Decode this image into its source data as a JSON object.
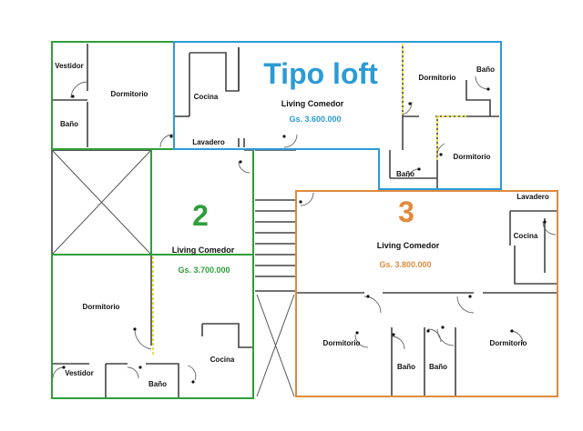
{
  "colors": {
    "loft": "#2b9bd6",
    "unit2": "#2f9e3a",
    "unit3": "#e08a3c",
    "wall": "#444444",
    "divider": "#e6dc50"
  },
  "units": {
    "loft": {
      "title": "Tipo loft",
      "living": "Living Comedor",
      "price": "Gs. 3.600.000",
      "rooms": {
        "cocina": "Cocina",
        "lavadero": "Lavadero",
        "dormitorio_top": "Dormitorio",
        "bano_top": "Baño",
        "dormitorio_bottom": "Dormitorio",
        "bano_bottom": "Baño"
      }
    },
    "unit2": {
      "number": "2",
      "living": "Living Comedor",
      "price": "Gs. 3.700.000",
      "rooms": {
        "vestidor_top": "Vestidor",
        "dormitorio_top": "Dormitorio",
        "bano_top": "Baño",
        "dormitorio_bottom": "Dormitorio",
        "vestidor_bottom": "Vestidor",
        "bano_bottom": "Baño",
        "cocina": "Cocina"
      }
    },
    "unit3": {
      "number": "3",
      "living": "Living Comedor",
      "price": "Gs. 3.800.000",
      "rooms": {
        "lavadero": "Lavadero",
        "cocina": "Cocina",
        "dormitorio_left": "Dormitorio",
        "dormitorio_right": "Dormitorio",
        "bano_left": "Baño",
        "bano_right": "Baño"
      }
    }
  }
}
